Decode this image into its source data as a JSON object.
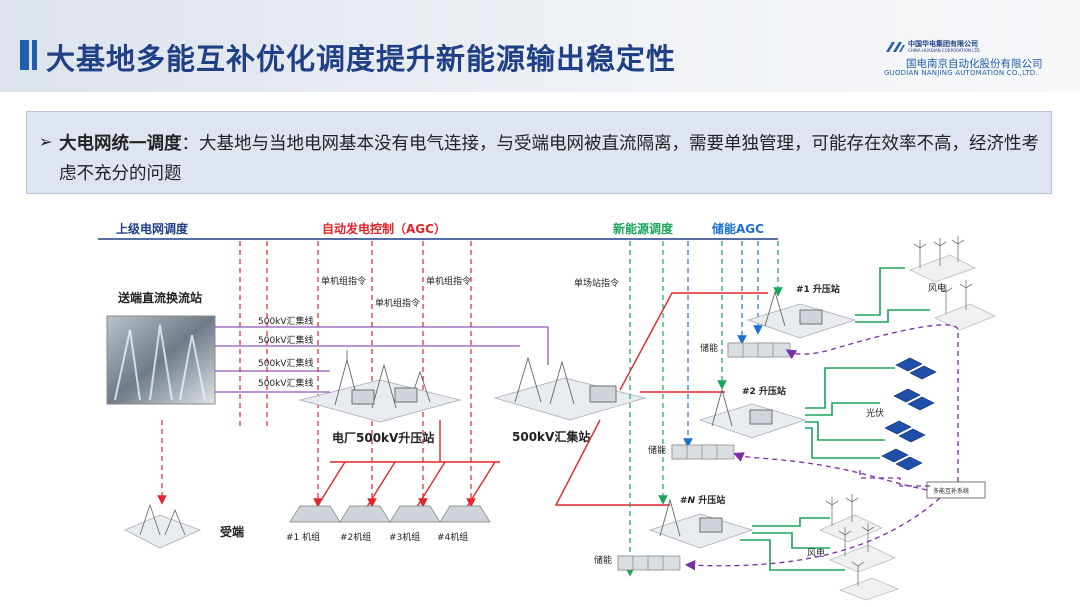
{
  "header": {
    "title": "大基地多能互补优化调度提升新能源输出稳定性",
    "logo_line1": "中国华电集团有限公司",
    "logo_line1_en": "CHINA HUADIAN CORPORATION LTD.",
    "logo_line2": "国电南京自动化股份有限公司",
    "logo_line3": "GUODIAN NANJING AUTOMATION CO.,LTD."
  },
  "note": {
    "bullet": "➢",
    "bold_label": "大电网统一调度",
    "text": "：大基地与当地电网基本没有电气连接，与受端电网被直流隔离，需要单独管理，可能存在效率不高，经济性考虑不充分的问题"
  },
  "diagram": {
    "top_label": "上级电网调度",
    "agc_label": "自动发电控制（AGC）",
    "nes_label": "新能源调度",
    "storage_agc_label": "储能AGC",
    "converter_station": "送端直流换流站",
    "receiving_end": "受端",
    "unit_cmd": "单机组指令",
    "field_cmd": "单场站指令",
    "bus_lines": [
      "500kV汇集线",
      "500kV汇集线",
      "500kV汇集线",
      "500kV汇集线"
    ],
    "plant_station": "电厂500kV升压站",
    "hub_station": "500kV汇集站",
    "units": [
      "#1 机组",
      "#2机组",
      "#3机组",
      "#4机组"
    ],
    "substation_1": "#1 升压站",
    "substation_2": "#2 升压站",
    "substation_n_prefix": "#",
    "substation_n_italic": "N",
    "substation_n_suffix": " 升压站",
    "storage": "储能",
    "wind": "风电",
    "solar": "光伏",
    "complement_system": "多能互补系统"
  },
  "colors": {
    "red": "#e0262b",
    "green": "#1aa55a",
    "blue": "#1e6fd0",
    "purple": "#7a2ea8",
    "title": "#1f3f86"
  }
}
